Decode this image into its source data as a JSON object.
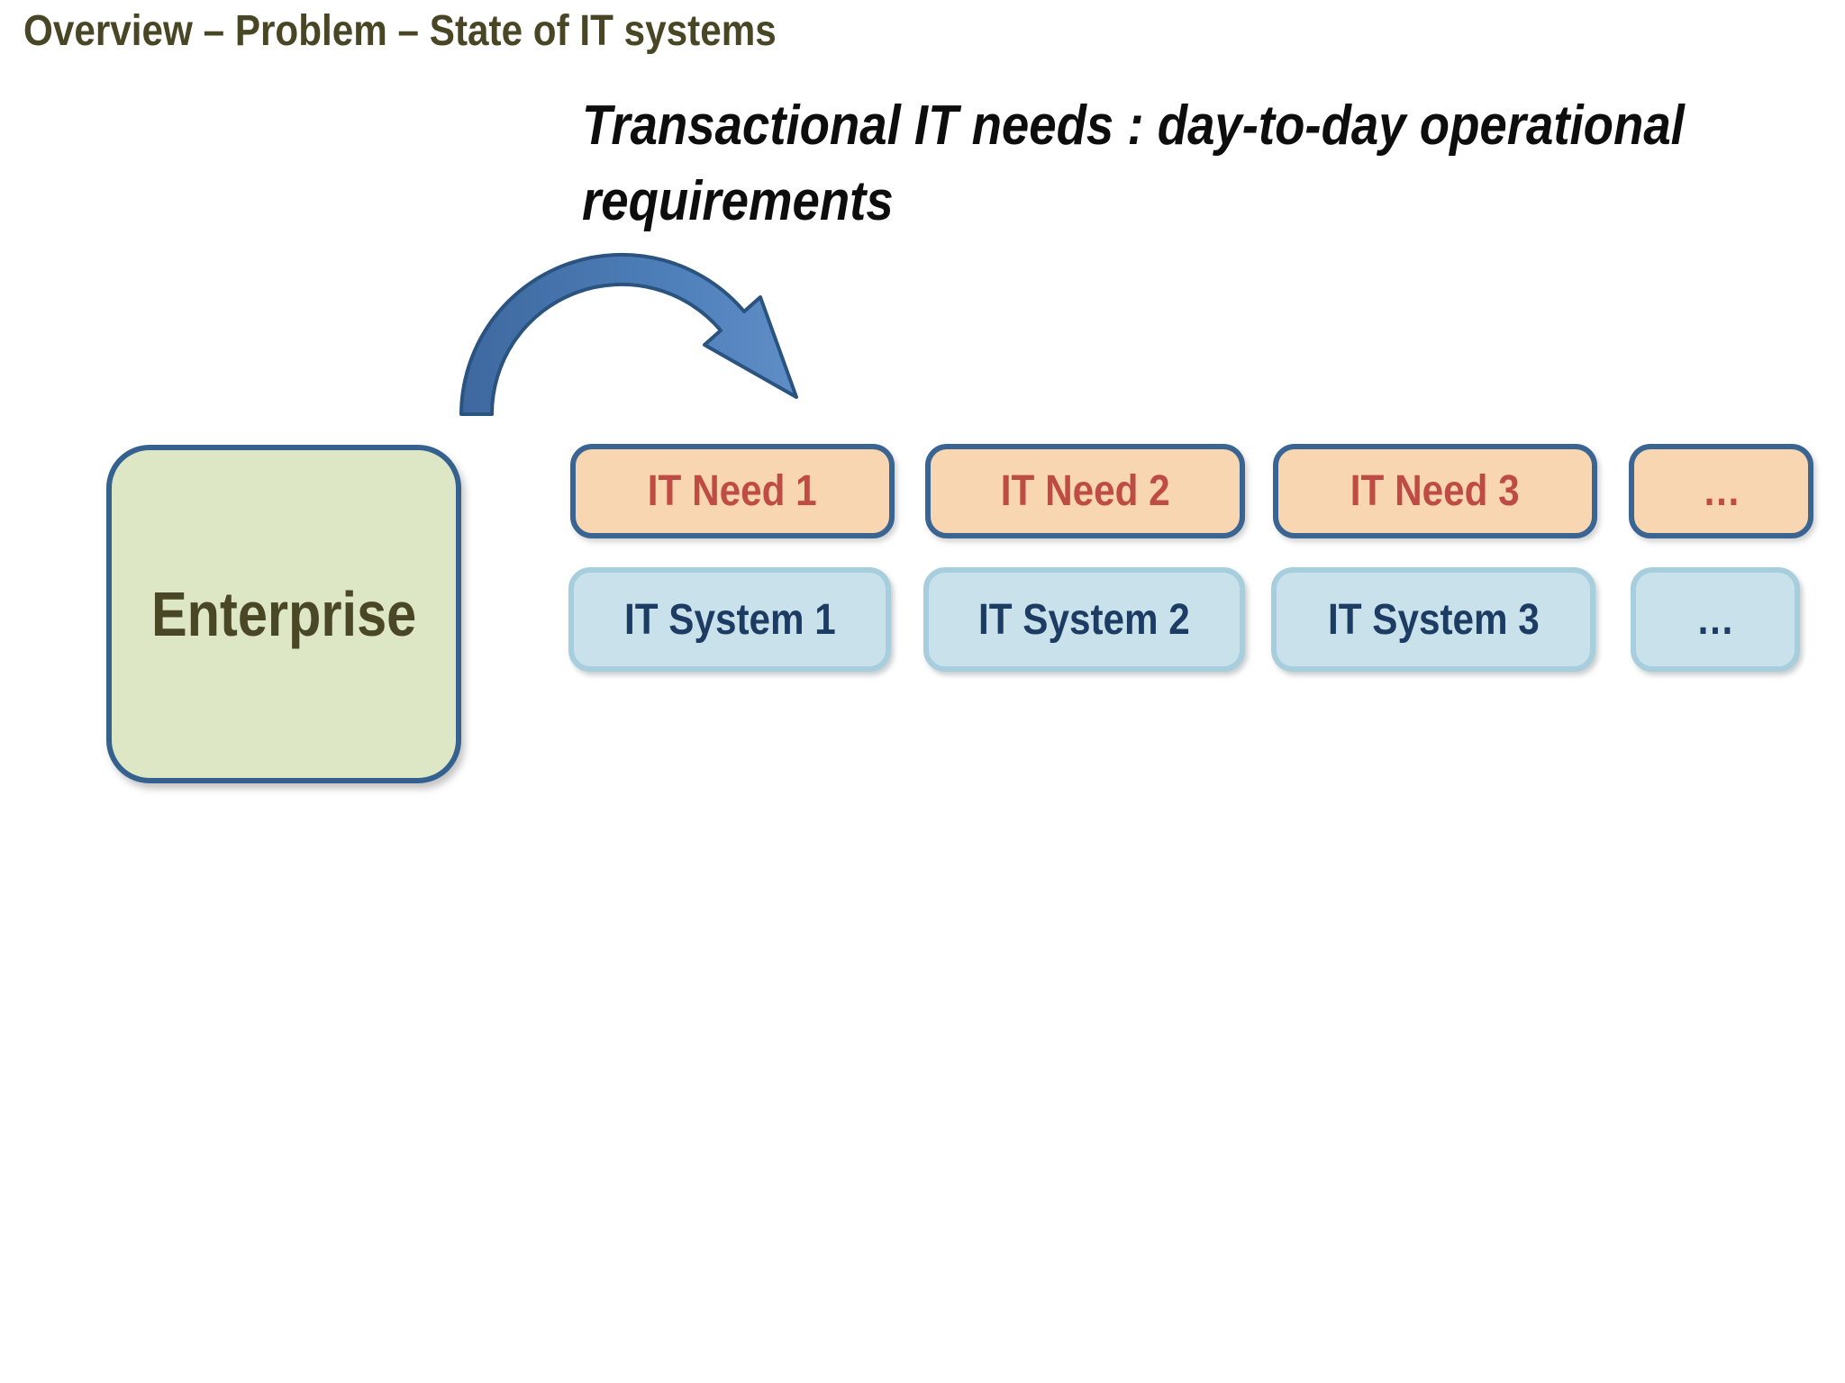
{
  "title": "Overview – Problem – State of IT systems",
  "heading": {
    "line1": "Transactional IT needs : day-to-day operational",
    "line2": "requirements"
  },
  "enterprise": {
    "label": "Enterprise"
  },
  "needs": [
    {
      "label": "IT Need 1"
    },
    {
      "label": "IT Need 2"
    },
    {
      "label": "IT Need 3"
    },
    {
      "label": "…"
    }
  ],
  "systems": [
    {
      "label": "IT System 1"
    },
    {
      "label": "IT System 2"
    },
    {
      "label": "IT System 3"
    },
    {
      "label": "…"
    }
  ],
  "colors": {
    "title_text": "#494626",
    "heading_text": "#0d0d0d",
    "enterprise_fill": "#dde7c6",
    "enterprise_border": "#35618e",
    "enterprise_text": "#4a4726",
    "need_fill": "#f8d6b1",
    "need_border": "#3a6492",
    "need_text": "#bf4b45",
    "system_fill": "#c8e1ea",
    "system_border": "#a7cedd",
    "system_text": "#1d3c64",
    "arrow_fill": "#4b7cb5",
    "arrow_border": "#2a5380",
    "background": "#ffffff"
  }
}
